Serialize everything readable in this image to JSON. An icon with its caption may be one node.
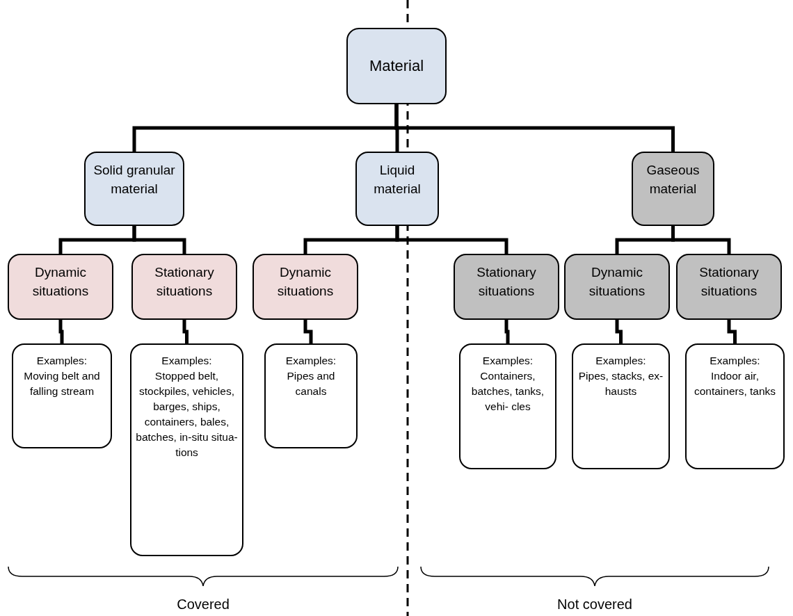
{
  "diagram": {
    "nodes": [
      {
        "text": [
          "Material"
        ]
      },
      {
        "text": [
          "Solid granular material"
        ]
      },
      {
        "text": [
          "Liquid material"
        ]
      },
      {
        "text": [
          "Gaseous material"
        ]
      },
      {
        "text": [
          "Dynamic situations"
        ]
      },
      {
        "text": [
          "Stationary situations"
        ]
      },
      {
        "text": [
          "Dynamic situations"
        ]
      },
      {
        "text": [
          "Stationary situations"
        ]
      },
      {
        "text": [
          "Dynamic situations"
        ]
      },
      {
        "text": [
          "Stationary situations"
        ]
      },
      {
        "text": [
          "Examples:",
          "Moving belt and falling stream"
        ]
      },
      {
        "text": [
          "Examples:",
          "Stopped belt, stockpiles, vehicles, barges, ships, containers, bales, batches, in-situ situa- tions"
        ]
      },
      {
        "text": [
          "Examples:",
          "Pipes and canals"
        ]
      },
      {
        "text": [
          "Examples:",
          "Containers, batches, tanks, vehi- cles"
        ]
      },
      {
        "text": [
          "Examples:",
          "Pipes, stacks, ex- hausts"
        ]
      },
      {
        "text": [
          "Examples:",
          "Indoor air, containers, tanks"
        ]
      }
    ],
    "edges": [
      {
        "from": 0,
        "to": 1,
        "arrow": "none"
      },
      {
        "from": 0,
        "to": 2,
        "arrow": "none"
      },
      {
        "from": 0,
        "to": 3,
        "arrow": "none"
      },
      {
        "from": 1,
        "to": 4,
        "arrow": "none"
      },
      {
        "from": 1,
        "to": 5,
        "arrow": "none"
      },
      {
        "from": 2,
        "to": 6,
        "arrow": "none"
      },
      {
        "from": 2,
        "to": 7,
        "arrow": "none"
      },
      {
        "from": 3,
        "to": 8,
        "arrow": "none"
      },
      {
        "from": 3,
        "to": 9,
        "arrow": "none"
      },
      {
        "from": 4,
        "to": 10,
        "arrow": "none"
      },
      {
        "from": 5,
        "to": 11,
        "arrow": "none"
      },
      {
        "from": 6,
        "to": 12,
        "arrow": "none"
      },
      {
        "from": 7,
        "to": 13,
        "arrow": "none"
      },
      {
        "from": 8,
        "to": 14,
        "arrow": "none"
      },
      {
        "from": 9,
        "to": 15,
        "arrow": "none"
      }
    ],
    "labels": [
      "Covered",
      "Not covered"
    ]
  }
}
